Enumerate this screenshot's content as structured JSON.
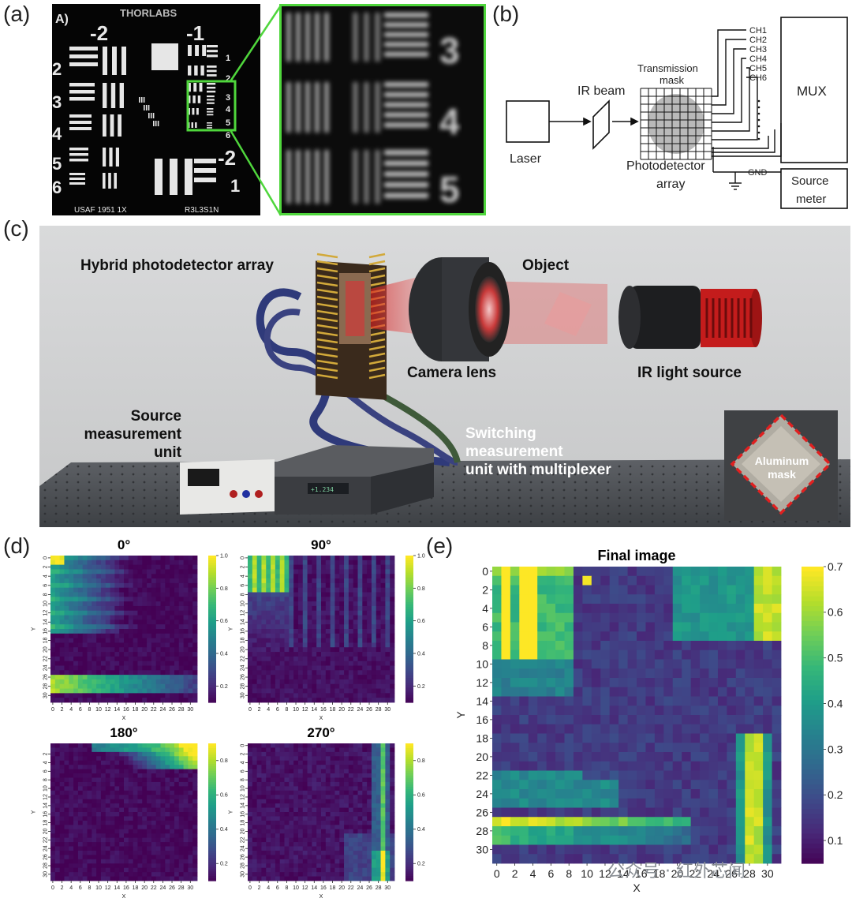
{
  "panels": {
    "a": "(a)",
    "b": "(b)",
    "c": "(c)",
    "d": "(d)",
    "e": "(e)"
  },
  "panel_a": {
    "target_label": "A)",
    "brand": "THORLABS",
    "big_digits": [
      "-2",
      "-1",
      "-2"
    ],
    "group_numbers_left": [
      "2",
      "3",
      "4",
      "5",
      "6"
    ],
    "group_numbers_right": [
      "1",
      "2",
      "3",
      "4",
      "5",
      "6"
    ],
    "right_bottom": "1",
    "bottom_left": "USAF 1951 1X",
    "bottom_right": "R3L3S1N",
    "zoom_digits": [
      "3",
      "4",
      "5"
    ]
  },
  "panel_b": {
    "laser": "Laser",
    "ir_beam": "IR beam",
    "mask_line1": "Transmission",
    "mask_line2": "mask",
    "det_line1": "Photodetector",
    "det_line2": "array",
    "channels": [
      "CH1",
      "CH2",
      "CH3",
      "CH4",
      "CH5",
      "CH6"
    ],
    "gnd": "GND",
    "mux": "MUX",
    "source_line1": "Source",
    "source_line2": "meter"
  },
  "panel_c": {
    "hybrid": "Hybrid photodetector array",
    "object": "Object",
    "camera_lens": "Camera lens",
    "ir_light": "IR light source",
    "source_line1": "Source",
    "source_line2": "measurement",
    "source_line3": "unit",
    "switch_line1": "Switching",
    "switch_line2": "measurement",
    "switch_line3": "unit with multiplexer",
    "al_line1": "Aluminum",
    "al_line2": "mask"
  },
  "chart_data": [
    {
      "type": "heatmap",
      "title": "0°",
      "xlabel": "X",
      "ylabel": "Y",
      "x_ticks": [
        "0",
        "2",
        "4",
        "6",
        "8",
        "10",
        "12",
        "14",
        "16",
        "18",
        "20",
        "22",
        "24",
        "26",
        "28",
        "30"
      ],
      "y_ticks": [
        "0",
        "2",
        "4",
        "6",
        "8",
        "10",
        "12",
        "14",
        "16",
        "18",
        "20",
        "22",
        "24",
        "26",
        "28",
        "30"
      ],
      "colorbar": {
        "ticks": [
          "0.2",
          "0.4",
          "0.6",
          "0.8",
          "1.0"
        ],
        "range": [
          0.1,
          1.0
        ]
      },
      "bright_regions": [
        "top-left rows 0-16",
        "bottom rows 26-30"
      ]
    },
    {
      "type": "heatmap",
      "title": "90°",
      "xlabel": "X",
      "ylabel": "Y",
      "x_ticks": [
        "0",
        "2",
        "4",
        "6",
        "8",
        "10",
        "12",
        "14",
        "16",
        "18",
        "20",
        "22",
        "24",
        "26",
        "28",
        "30"
      ],
      "y_ticks": [
        "0",
        "2",
        "4",
        "6",
        "8",
        "10",
        "12",
        "14",
        "16",
        "18",
        "20",
        "22",
        "24",
        "26",
        "28",
        "30"
      ],
      "colorbar": {
        "ticks": [
          "0.2",
          "0.4",
          "0.6",
          "0.8",
          "1.0"
        ],
        "range": [
          0.1,
          1.0
        ]
      },
      "bright_regions": [
        "top-left columns 0-8"
      ]
    },
    {
      "type": "heatmap",
      "title": "180°",
      "xlabel": "X",
      "ylabel": "Y",
      "x_ticks": [
        "0",
        "2",
        "4",
        "6",
        "8",
        "10",
        "12",
        "14",
        "16",
        "18",
        "20",
        "22",
        "24",
        "26",
        "28",
        "30"
      ],
      "y_ticks": [
        "2",
        "4",
        "6",
        "8",
        "10",
        "12",
        "14",
        "16",
        "18",
        "20",
        "22",
        "24",
        "26",
        "28",
        "30"
      ],
      "colorbar": {
        "ticks": [
          "0.2",
          "0.4",
          "0.6",
          "0.8"
        ],
        "range": [
          0.1,
          0.9
        ]
      },
      "bright_regions": [
        "top-right rows 0-6"
      ]
    },
    {
      "type": "heatmap",
      "title": "270°",
      "xlabel": "X",
      "ylabel": "Y",
      "x_ticks": [
        "0",
        "2",
        "4",
        "6",
        "8",
        "10",
        "12",
        "14",
        "16",
        "18",
        "20",
        "22",
        "24",
        "26",
        "28",
        "30"
      ],
      "y_ticks": [
        "0",
        "2",
        "4",
        "6",
        "8",
        "10",
        "12",
        "14",
        "16",
        "18",
        "20",
        "22",
        "24",
        "26",
        "28",
        "30"
      ],
      "colorbar": {
        "ticks": [
          "0.2",
          "0.4",
          "0.6",
          "0.8"
        ],
        "range": [
          0.1,
          0.9
        ]
      },
      "bright_regions": [
        "right columns 27-30"
      ]
    },
    {
      "type": "heatmap",
      "title": "Final image",
      "xlabel": "X",
      "ylabel": "Y",
      "x_ticks": [
        "0",
        "2",
        "4",
        "6",
        "8",
        "10",
        "12",
        "14",
        "16",
        "18",
        "20",
        "22",
        "24",
        "26",
        "28",
        "30"
      ],
      "y_ticks": [
        "0",
        "2",
        "4",
        "6",
        "8",
        "10",
        "12",
        "14",
        "16",
        "18",
        "20",
        "22",
        "24",
        "26",
        "28",
        "30"
      ],
      "colorbar": {
        "ticks": [
          "0.1",
          "0.2",
          "0.3",
          "0.4",
          "0.5",
          "0.6",
          "0.7"
        ],
        "range": [
          0.05,
          0.7
        ]
      },
      "bright_regions": [
        "left columns 0-8 top",
        "right columns 27-31",
        "bottom rows 27-30",
        "top-right rows 0-8"
      ]
    }
  ],
  "watermark": "公众号 · 红外芯闻",
  "colors": {
    "frame_green": "#4fd63c",
    "mask_red": "#e02020",
    "beam_red": "#d81e1e"
  }
}
